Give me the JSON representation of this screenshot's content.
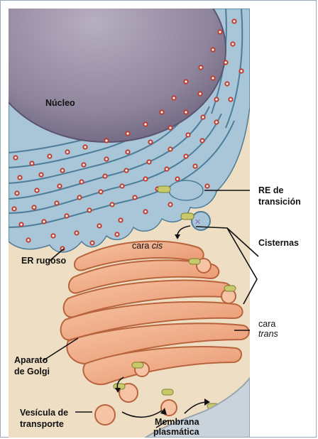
{
  "labels": {
    "nucleo": "Núcleo",
    "re_transicion_1": "RE de",
    "re_transicion_2": "transición",
    "cisternas": "Cisternas",
    "cara_cis_prefix": "cara",
    "cara_cis_italic": "cis",
    "er_rugoso": "ER rugoso",
    "cara_trans_1": "cara",
    "cara_trans_2": "trans",
    "golgi_1": "Aparato",
    "golgi_2": "de Golgi",
    "vesicula_1": "Vesícula de",
    "vesicula_2": "transporte",
    "membrana_1": "Membrana",
    "membrana_2": "plasmática"
  },
  "colors": {
    "cytoplasm": "#eedfc4",
    "nucleus": "#9a8fa6",
    "er_fill": "#a8c6d8",
    "er_stroke": "#4e7d99",
    "ribosome": "#c0392b",
    "golgi_fill": "#f0b08c",
    "golgi_stroke": "#b8643d",
    "membrane": "#c9d3dc",
    "cargo": "#c8c96a",
    "receptor": "#8a6fb3"
  }
}
